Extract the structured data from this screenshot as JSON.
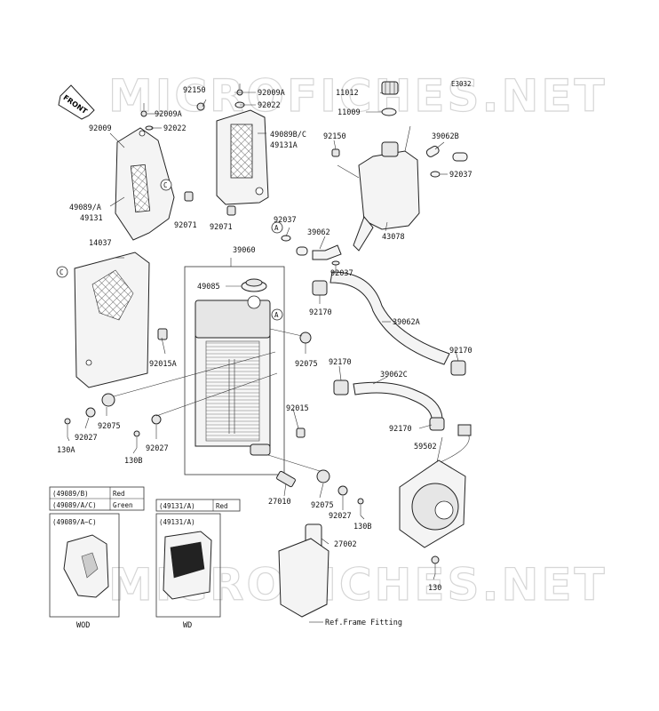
{
  "diagram_code": "E3032",
  "watermarks": [
    "MICROFICHES.NET",
    "MICROFICHES.NET"
  ],
  "front_arrow_label": "FRONT",
  "callouts": {
    "a": "A",
    "c": "C"
  },
  "part_labels": {
    "p92150_top": "92150",
    "p92009A_top": "92009A",
    "p92022_top": "92022",
    "p92009A_left": "92009A",
    "p92009_left": "92009",
    "p92022_left": "92022",
    "p49089BC": "49089B/C",
    "p49131A_r": "49131A",
    "p49089A": "49089/A",
    "p49131": "49131",
    "p92071_a": "92071",
    "p92071_b": "92071",
    "p11012": "11012",
    "p11009": "11009",
    "p92150_tank": "92150",
    "p39062B": "39062B",
    "p92037_tank": "92037",
    "p43078": "43078",
    "p92037_mid": "92037",
    "p39062": "39062",
    "p92037_low": "92037",
    "p14037": "14037",
    "p39060": "39060",
    "p49085": "49085",
    "p92170_a": "92170",
    "p39062A": "39062A",
    "p92170_b": "92170",
    "p92015A": "92015A",
    "p92075_mid": "92075",
    "p92170_c": "92170",
    "p39062C": "39062C",
    "p92015": "92015",
    "p92170_d": "92170",
    "p92075_left": "92075",
    "p92027_left": "92027",
    "p130A": "130A",
    "p130B_left": "130B",
    "p92027_mid": "92027",
    "p59502": "59502",
    "p27010": "27010",
    "p92075_low": "92075",
    "p92027_low": "92027",
    "p130B_low": "130B",
    "p27002": "27002",
    "p130": "130",
    "ref_frame": "Ref.Frame Fitting"
  },
  "color_tables": {
    "left": {
      "rows": [
        [
          "(49089/B)",
          "Red"
        ],
        [
          "(49089/A/C)",
          "Green"
        ]
      ]
    },
    "right": {
      "rows": [
        [
          "(49131/A)",
          "Red"
        ]
      ]
    }
  },
  "variant_boxes": {
    "left": {
      "title": "(49089/A~C)",
      "caption": "WOD"
    },
    "right": {
      "title": "(49131/A)",
      "caption": "WD"
    }
  }
}
